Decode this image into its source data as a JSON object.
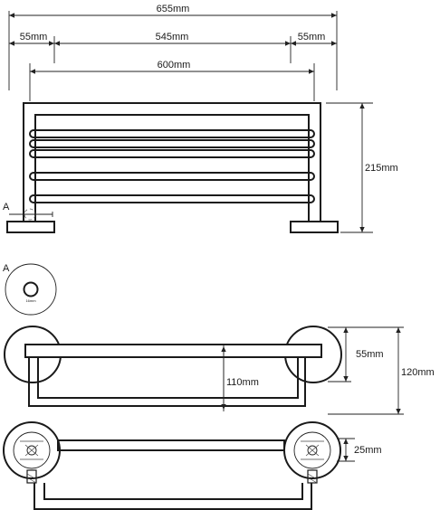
{
  "dimensions": {
    "overall_width": "655mm",
    "left_offset": "55mm",
    "inner_width": "545mm",
    "right_offset": "55mm",
    "rail_width": "600mm",
    "height": "215mm",
    "mount_depth": "55mm",
    "rail_depth": "110mm",
    "total_depth": "120mm",
    "plate_thickness": "25mm",
    "detail_diameter": "16mm"
  },
  "labels": {
    "detail_marker": "A",
    "detail_title": "A"
  }
}
